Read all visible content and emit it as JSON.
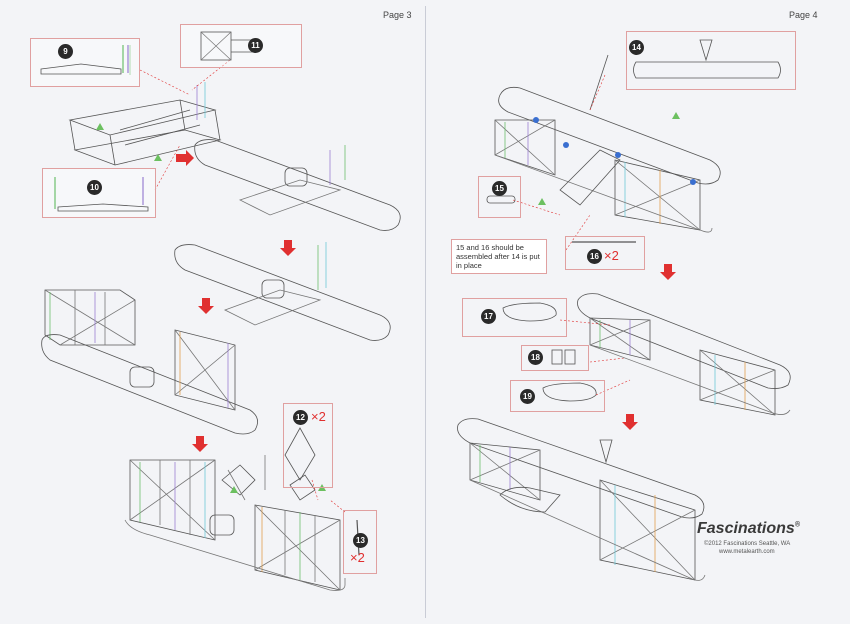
{
  "pages": {
    "left_label": "Page 3",
    "right_label": "Page 4"
  },
  "steps": [
    {
      "number": "9"
    },
    {
      "number": "11"
    },
    {
      "number": "10"
    },
    {
      "number": "12",
      "multiplier": "×2"
    },
    {
      "number": "13",
      "multiplier": "×2"
    },
    {
      "number": "14"
    },
    {
      "number": "15"
    },
    {
      "number": "16",
      "multiplier": "×2"
    },
    {
      "number": "17"
    },
    {
      "number": "18"
    },
    {
      "number": "19"
    }
  ],
  "note": "15 and 16 should be assembled after 14 is put in place",
  "brand": {
    "name": "Fascinations",
    "trademark": "®",
    "copyright": "©2012 Fascinations Seattle, WA",
    "website": "www.metalearth.com"
  },
  "colors": {
    "accent": "#e03030",
    "line": "#555555",
    "strut_green": "#6cbf6c",
    "strut_violet": "#9a7fd1",
    "strut_cyan": "#6fc9d6",
    "strut_orange": "#e0a050",
    "marker_green": "#6cc060",
    "marker_blue": "#3a6fd0"
  }
}
